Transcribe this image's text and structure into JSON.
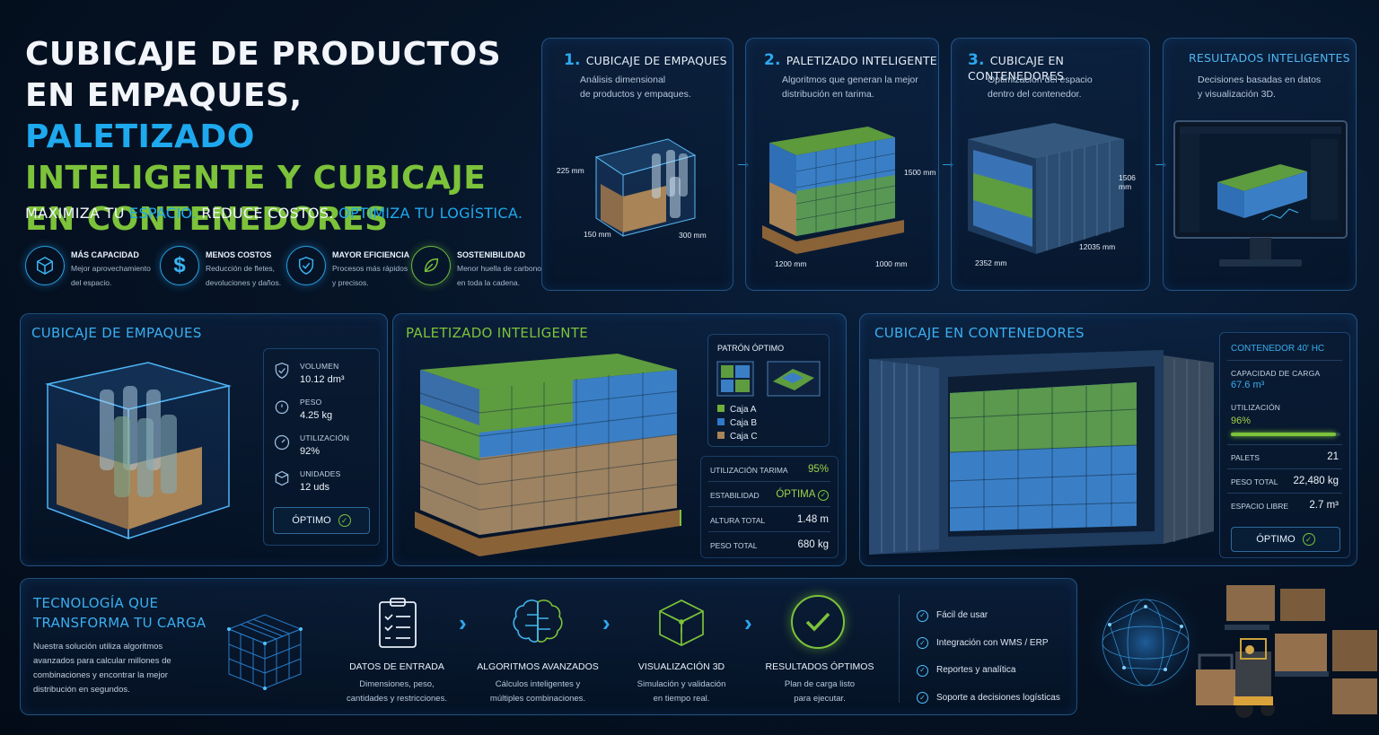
{
  "hero": {
    "title_line1": "CUBICAJE DE PRODUCTOS",
    "title_line2a": "EN EMPAQUES,",
    "title_line2b": "PALETIZADO",
    "title_line3": "INTELIGENTE Y CUBICAJE",
    "title_line4": "EN CONTENEDORES",
    "subtitle_a": "MAXIMIZA TU",
    "subtitle_b": "ESPACIO.",
    "subtitle_c": "REDUCE COSTOS.",
    "subtitle_d": "OPTIMIZA TU LOGÍSTICA."
  },
  "features": [
    {
      "icon": "cube-icon",
      "title": "MÁS CAPACIDAD",
      "line1": "Mejor aprovechamiento",
      "line2": "del espacio."
    },
    {
      "icon": "dollar-icon",
      "title": "MENOS COSTOS",
      "line1": "Reducción de fletes,",
      "line2": "devoluciones y daños."
    },
    {
      "icon": "shield-check-icon",
      "title": "MAYOR EFICIENCIA",
      "line1": "Procesos más rápidos",
      "line2": "y precisos."
    },
    {
      "icon": "leaf-icon",
      "title": "SOSTENIBILIDAD",
      "line1": "Menor huella de carbono",
      "line2": "en toda la cadena."
    }
  ],
  "steps": [
    {
      "num": "1.",
      "title": "CUBICAJE DE EMPAQUES",
      "line1": "Análisis dimensional",
      "line2": "de productos y empaques.",
      "dims": [
        "225 mm",
        "150 mm",
        "300 mm"
      ]
    },
    {
      "num": "2.",
      "title": "PALETIZADO INTELIGENTE",
      "line1": "Algoritmos que generan la mejor",
      "line2": "distribución en tarima.",
      "dims": [
        "1500 mm",
        "1200 mm",
        "1000 mm"
      ]
    },
    {
      "num": "3.",
      "title": "CUBICAJE EN CONTENEDORES",
      "line1": "Optimización del espacio",
      "line2": "dentro del contenedor.",
      "dims": [
        "1506 mm",
        "2352 mm",
        "12035 mm"
      ]
    },
    {
      "num": "",
      "title": "RESULTADOS INTELIGENTES",
      "line1": "Decisiones basadas en datos",
      "line2": "y visualización 3D.",
      "dims": []
    }
  ],
  "empaques": {
    "title": "CUBICAJE DE EMPAQUES",
    "stats": [
      {
        "icon": "check-shield-icon",
        "label": "VOLUMEN",
        "value": "10.12 dm³"
      },
      {
        "icon": "weight-icon",
        "label": "PESO",
        "value": "4.25 kg"
      },
      {
        "icon": "gauge-icon",
        "label": "UTILIZACIÓN",
        "value": "92%"
      },
      {
        "icon": "box-icon",
        "label": "UNIDADES",
        "value": "12 uds"
      }
    ],
    "button": "ÓPTIMO"
  },
  "paletizado": {
    "title": "PALETIZADO INTELIGENTE",
    "pattern_title": "PATRÓN ÓPTIMO",
    "legend": [
      {
        "label": "Caja A",
        "color": "#6fae3a"
      },
      {
        "label": "Caja B",
        "color": "#2f79c9"
      },
      {
        "label": "Caja C",
        "color": "#a98457"
      }
    ],
    "rows": [
      {
        "label": "UTILIZACIÓN TARIMA",
        "value": "95%"
      },
      {
        "label": "ESTABILIDAD",
        "value": "ÓPTIMA"
      },
      {
        "label": "ALTURA TOTAL",
        "value": "1.48 m"
      },
      {
        "label": "PESO TOTAL",
        "value": "680 kg"
      }
    ]
  },
  "contenedores": {
    "title": "CUBICAJE EN CONTENEDORES",
    "container": "CONTENEDOR 40' HC",
    "capacity_label": "CAPACIDAD DE CARGA",
    "capacity_value": "67.6 m³",
    "util_label": "UTILIZACIÓN",
    "util_value": "96%",
    "util_fraction": 0.96,
    "rows": [
      {
        "label": "PALETS",
        "value": "21"
      },
      {
        "label": "PESO TOTAL",
        "value": "22,480 kg"
      },
      {
        "label": "ESPACIO LIBRE",
        "value": "2.7 m³"
      }
    ],
    "button": "ÓPTIMO"
  },
  "tecnologia": {
    "title_line1": "TECNOLOGÍA QUE",
    "title_line2": "TRANSFORMA TU CARGA",
    "text": [
      "Nuestra solución utiliza algoritmos",
      "avanzados para calcular millones de",
      "combinaciones y encontrar la mejor",
      "distribución en segundos."
    ],
    "flow": [
      {
        "icon": "checklist-icon",
        "title": "DATOS DE ENTRADA",
        "line1": "Dimensiones, peso,",
        "line2": "cantidades y restricciones."
      },
      {
        "icon": "brain-icon",
        "title": "ALGORITMOS AVANZADOS",
        "line1": "Cálculos inteligentes y",
        "line2": "múltiples combinaciones."
      },
      {
        "icon": "cube-3d-icon",
        "title": "VISUALIZACIÓN 3D",
        "line1": "Simulación y validación",
        "line2": "en tiempo real."
      },
      {
        "icon": "check-circle-icon",
        "title": "RESULTADOS ÓPTIMOS",
        "line1": "Plan de carga listo",
        "line2": "para ejecutar."
      }
    ],
    "checklist": [
      "Fácil de usar",
      "Integración con WMS / ERP",
      "Reportes y analítica",
      "Soporte a decisiones logísticas"
    ]
  },
  "colors": {
    "accent_blue": "#1ea9ee",
    "accent_green": "#7cc23a",
    "box_brown": "#a98457"
  }
}
